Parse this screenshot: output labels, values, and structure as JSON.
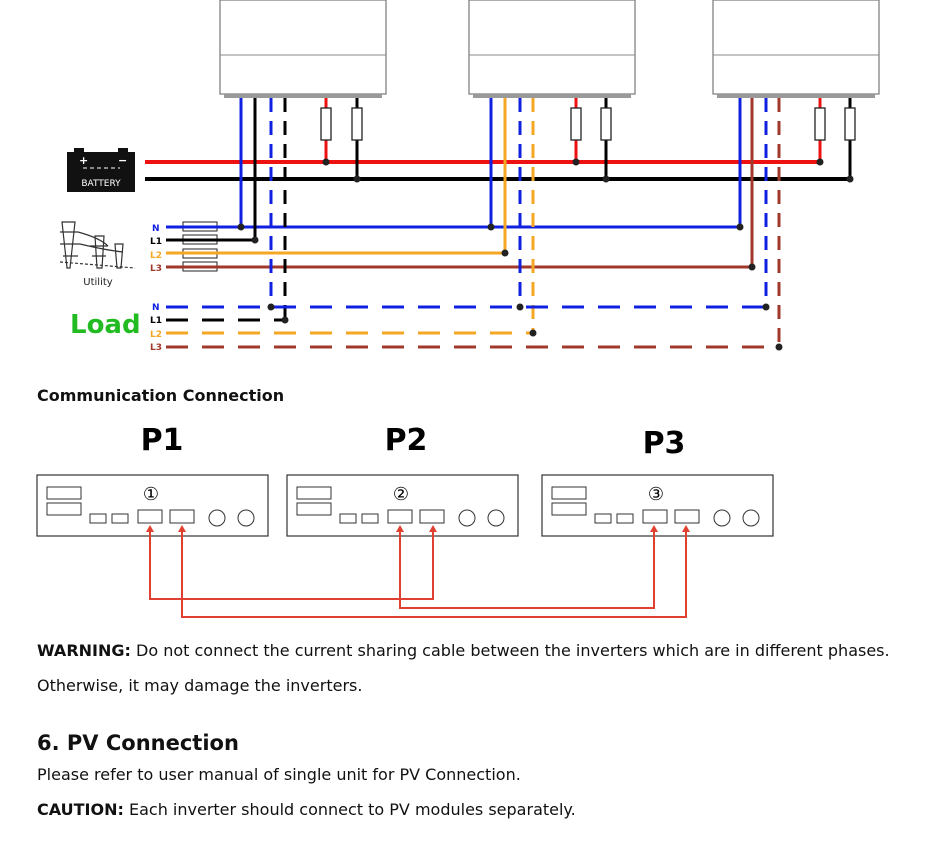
{
  "battery": {
    "label": "BATTERY"
  },
  "utility": {
    "label": "Utility",
    "lines": [
      {
        "label": "N",
        "color": "#1020e0"
      },
      {
        "label": "L1",
        "color": "#000000"
      },
      {
        "label": "L2",
        "color": "#f5a623"
      },
      {
        "label": "L3",
        "color": "#a0392b"
      }
    ]
  },
  "load": {
    "label": "Load",
    "color": "#22bb22",
    "lines": [
      {
        "label": "N",
        "color": "#1020e0"
      },
      {
        "label": "L1",
        "color": "#000000"
      },
      {
        "label": "L2",
        "color": "#f5a623"
      },
      {
        "label": "L3",
        "color": "#a0392b"
      }
    ]
  },
  "colors": {
    "positive": "#ee1111",
    "negative": "#000000",
    "comm": "#e04030"
  },
  "communication": {
    "title": "Communication Connection",
    "units": [
      {
        "label": "P1",
        "number": "①"
      },
      {
        "label": "P2",
        "number": "②"
      },
      {
        "label": "P3",
        "number": "③"
      }
    ]
  },
  "warning": {
    "label": "WARNING:",
    "text": " Do not connect the current sharing cable between the inverters which are in different phases.",
    "text2": "Otherwise, it may damage the inverters."
  },
  "pv": {
    "heading": "6. PV Connection",
    "text": "Please refer to user manual of single unit for PV Connection."
  },
  "caution": {
    "label": "CAUTION:",
    "text": " Each inverter should connect to PV modules separately."
  }
}
